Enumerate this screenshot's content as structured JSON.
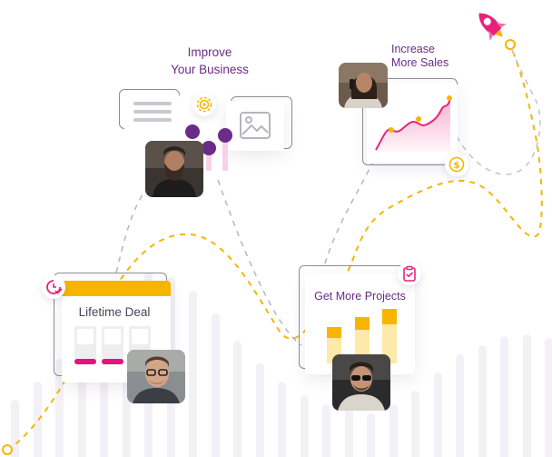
{
  "labels": {
    "improve_line1": "Improve",
    "improve_line2": "Your Business",
    "increase_line1": "Increase",
    "increase_line2": "More Sales",
    "lifetime_deal": "Lifetime Deal",
    "get_more_projects": "Get More Projects"
  },
  "icons": {
    "rocket": "rocket-icon",
    "target": "target-icon",
    "image": "image-placeholder-icon",
    "dollar": "dollar-coin-icon",
    "clipboard": "clipboard-check-icon",
    "badge": "clock-check-icon"
  },
  "colors": {
    "accent_purple": "#6a2c86",
    "accent_pink": "#e8227b",
    "accent_yellow": "#f7b500",
    "pale_yellow": "#fde9a8",
    "light_gray": "#f3f1f6"
  }
}
